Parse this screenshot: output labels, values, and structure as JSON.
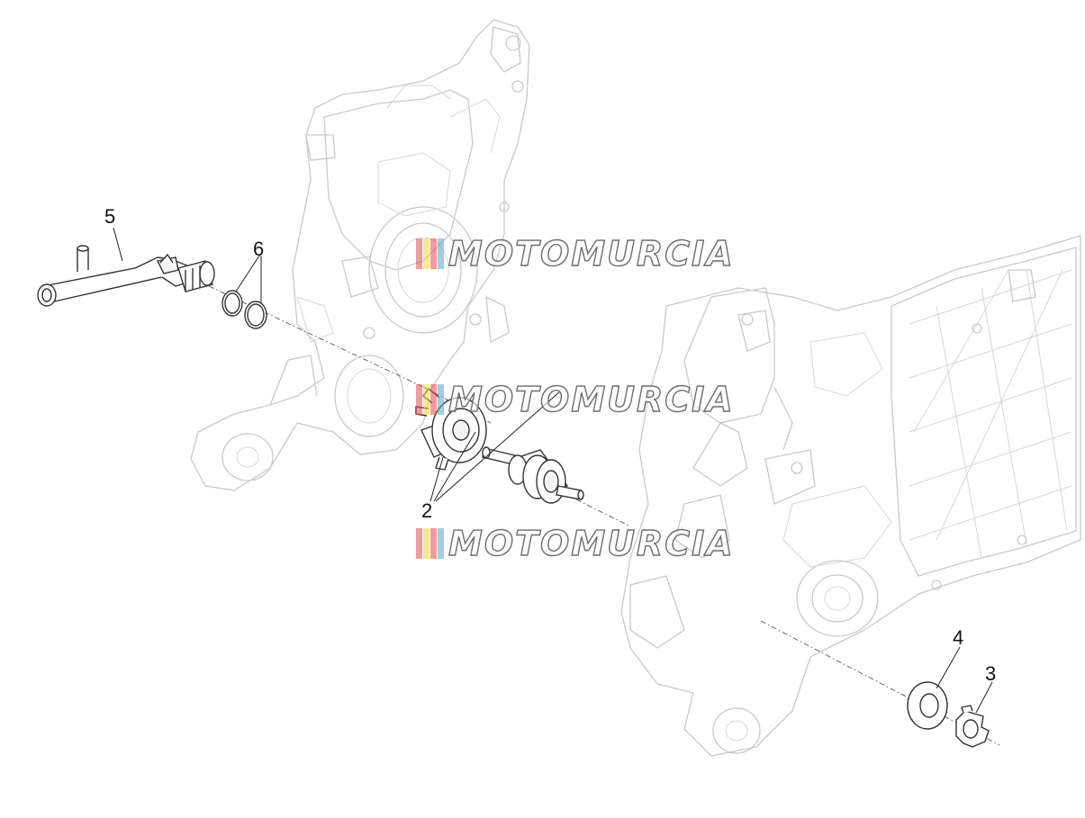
{
  "diagram": {
    "callouts": [
      {
        "id": "callout-5",
        "label": "5"
      },
      {
        "id": "callout-6",
        "label": "6"
      },
      {
        "id": "callout-2",
        "label": "2"
      },
      {
        "id": "callout-4",
        "label": "4"
      },
      {
        "id": "callout-3",
        "label": "3"
      }
    ],
    "watermark": {
      "text": "MOTOMURCIA",
      "flag_colors": [
        "#e84a4a",
        "#f2d23c",
        "#e84a4a",
        "#4fa6d6"
      ]
    },
    "colors": {
      "background": "#ffffff",
      "housing_outline": "#c9c9c9",
      "part_outline": "#333333",
      "leader": "#222222"
    }
  }
}
